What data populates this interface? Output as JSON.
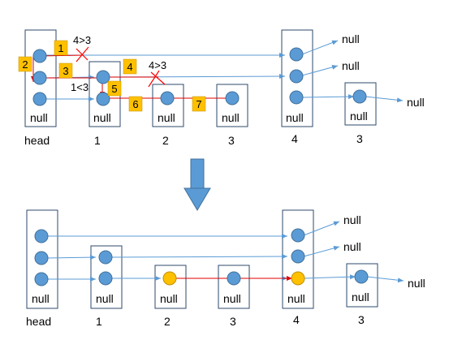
{
  "colors": {
    "node_blue": "#5B9BD5",
    "node_stroke": "#41719C",
    "node_yellow": "#FFC000",
    "box_stroke": "#2E4A6B",
    "pointer_blue": "#5B9BD5",
    "path_red": "#E00000",
    "step_badge": "#FFC000",
    "cross_red": "#FF0000"
  },
  "null_text": "null",
  "top": {
    "columns": [
      "head",
      "1",
      "2",
      "3",
      "4",
      "3"
    ],
    "outer_nulls": [
      "null",
      "null",
      "null"
    ],
    "steps": [
      {
        "num": "1"
      },
      {
        "num": "2"
      },
      {
        "num": "3"
      },
      {
        "num": "4"
      },
      {
        "num": "5"
      },
      {
        "num": "6"
      },
      {
        "num": "7"
      }
    ],
    "comparisons": [
      "4>3",
      "1<3",
      "4>3"
    ]
  },
  "bottom": {
    "columns": [
      "head",
      "1",
      "2",
      "3",
      "4",
      "3"
    ],
    "outer_nulls": [
      "null",
      "null",
      "null"
    ]
  },
  "transition_arrow": "down-arrow-icon"
}
